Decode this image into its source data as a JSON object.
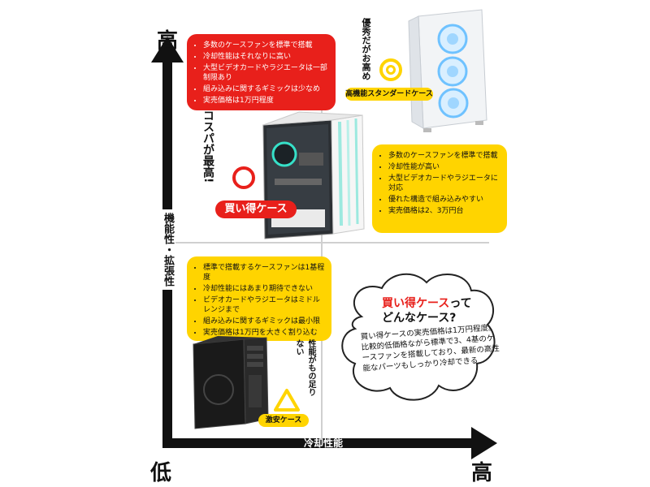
{
  "axes": {
    "y_high": "高",
    "y_low": "低",
    "x_high": "高",
    "y_name": "機能性・拡張性",
    "x_name": "冷却性能"
  },
  "quadrants": {
    "top_left": {
      "items": [
        "多数のケースファンを標準で搭載",
        "冷却性能はそれなりに高い",
        "大型ビデオカードやラジエータは一部制限あり",
        "組み込みに関するギミックは少なめ",
        "実売価格は1万円程度"
      ],
      "callout": "コスパが最高!",
      "tag": "買い得ケース",
      "mark": "○"
    },
    "top_right": {
      "items": [
        "多数のケースファンを標準で搭載",
        "冷却性能が高い",
        "大型ビデオカードやラジエータに対応",
        "優れた構造で組み込みやすい",
        "実売価格は2、3万円台"
      ],
      "callout": "優秀だがお高め",
      "tag": "高機能スタンダードケース",
      "mark": "◎"
    },
    "bottom_left": {
      "items": [
        "標準で搭載するケースファンは1基程度",
        "冷却性能にはあまり期待できない",
        "ビデオカードやラジエータはミドルレンジまで",
        "組み込みに関するギミックは最小限",
        "実売価格は1万円を大きく割り込む"
      ],
      "callout": "性能がもの足りない",
      "tag": "激安ケース",
      "mark": "△"
    }
  },
  "cloud": {
    "title_red": "買い得ケース",
    "title_rest1": "って",
    "title_line2": "どんなケース?",
    "body": "買い得ケースの実売価格は1万円程度。比較的低価格ながら標準で3、4基のケースファンを搭載しており、最新の高性能なパーツもしっかり冷却できる"
  },
  "colors": {
    "red": "#e8201b",
    "yellow": "#ffd400",
    "black": "#111111"
  }
}
